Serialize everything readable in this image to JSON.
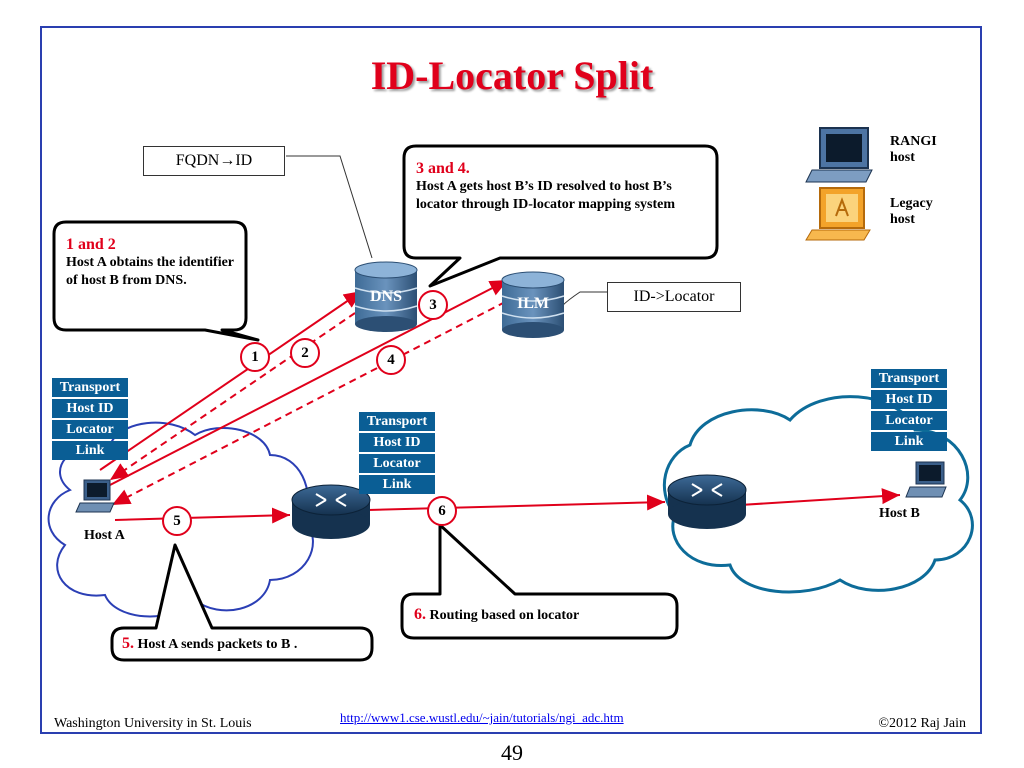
{
  "title": "ID-Locator Split",
  "legend": {
    "rangi": "RANGI host",
    "legacy": "Legacy host"
  },
  "label_fqdn": "FQDN→ID",
  "label_idloc": "ID->Locator",
  "dns_label": "DNS",
  "ilm_label": "ILM",
  "callouts": {
    "c12_head": "1 and 2",
    "c12_body": "Host A obtains the identifier of host B from DNS.",
    "c34_head": "3 and 4.",
    "c34_body": "Host A gets host B’s ID resolved to host B’s locator through ID-locator mapping system",
    "c5_head": "5.",
    "c5_body": "Host A  sends packets to B .",
    "c6_head": "6.",
    "c6_body": "Routing based on locator"
  },
  "stack_layers": [
    "Transport",
    "Host ID",
    "Locator",
    "Link"
  ],
  "host_a": "Host A",
  "host_b": "Host B",
  "steps": [
    "1",
    "2",
    "3",
    "4",
    "5",
    "6"
  ],
  "footer": {
    "left": "Washington University in St. Louis",
    "link": "http://www1.cse.wustl.edu/~jain/tutorials/ngi_adc.htm",
    "right": "©2012 Raj Jain",
    "page": "49"
  }
}
